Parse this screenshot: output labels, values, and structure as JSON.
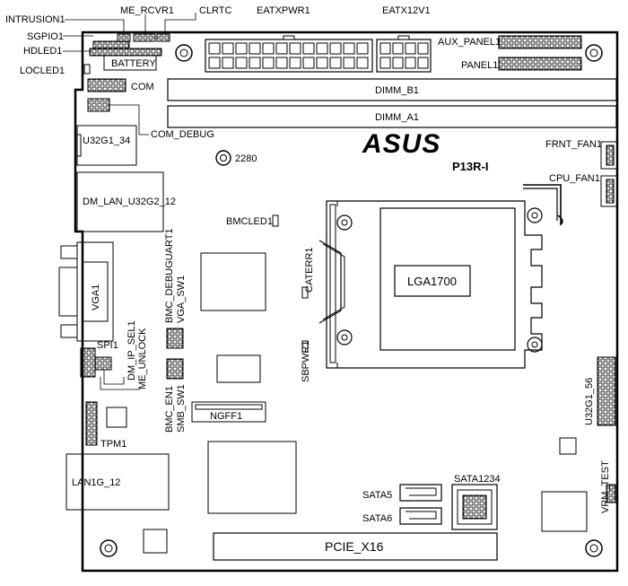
{
  "brand": "ASUS",
  "model": "P13R-I",
  "labels": {
    "intrusion": "INTRUSION1",
    "me_rcvr": "ME_RCVR1",
    "clrtc": "CLRTC",
    "eatxpwr": "EATXPWR1",
    "eatx12v": "EATX12V1",
    "sgpio": "SGPIO1",
    "hdled": "HDLED1",
    "battery": "BATTERY",
    "aux_panel": "AUX_PANEL1",
    "panel": "PANEL1",
    "locled": "LOCLED1",
    "com": "COM",
    "dimm_b": "DIMM_B1",
    "dimm_a": "DIMM_A1",
    "u32g1_34": "U32G1_34",
    "com_debug": "COM_DEBUG",
    "m2_2280": "2280",
    "frnt_fan": "FRNT_FAN1",
    "cpu_fan": "CPU_FAN1",
    "dm_lan": "DM_LAN_U32G2_12",
    "bmcled": "BMCLED1",
    "bmc_debuguart": "BMC_DEBUGUART1",
    "vga_sw": "VGA_SW1",
    "caterr": "CATERR1",
    "lga": "LGA1700",
    "vga": "VGA1",
    "spi": "SPI1",
    "dm_ip_sel": "DM_IP_SEL1",
    "me_unlock": "ME_UNLOCK",
    "sbpwr": "SBPWR1",
    "u32g1_56": "U32G1_56",
    "bmc_en": "BMC_EN1",
    "smb_sw": "SMB_SW1",
    "ngff": "NGFF1",
    "tpm": "TPM1",
    "lan": "LAN1G_12",
    "sata1234": "SATA1234",
    "sata5": "SATA5",
    "sata6": "SATA6",
    "vrm_test": "VRM_TEST",
    "pcie": "PCIE_X16"
  }
}
